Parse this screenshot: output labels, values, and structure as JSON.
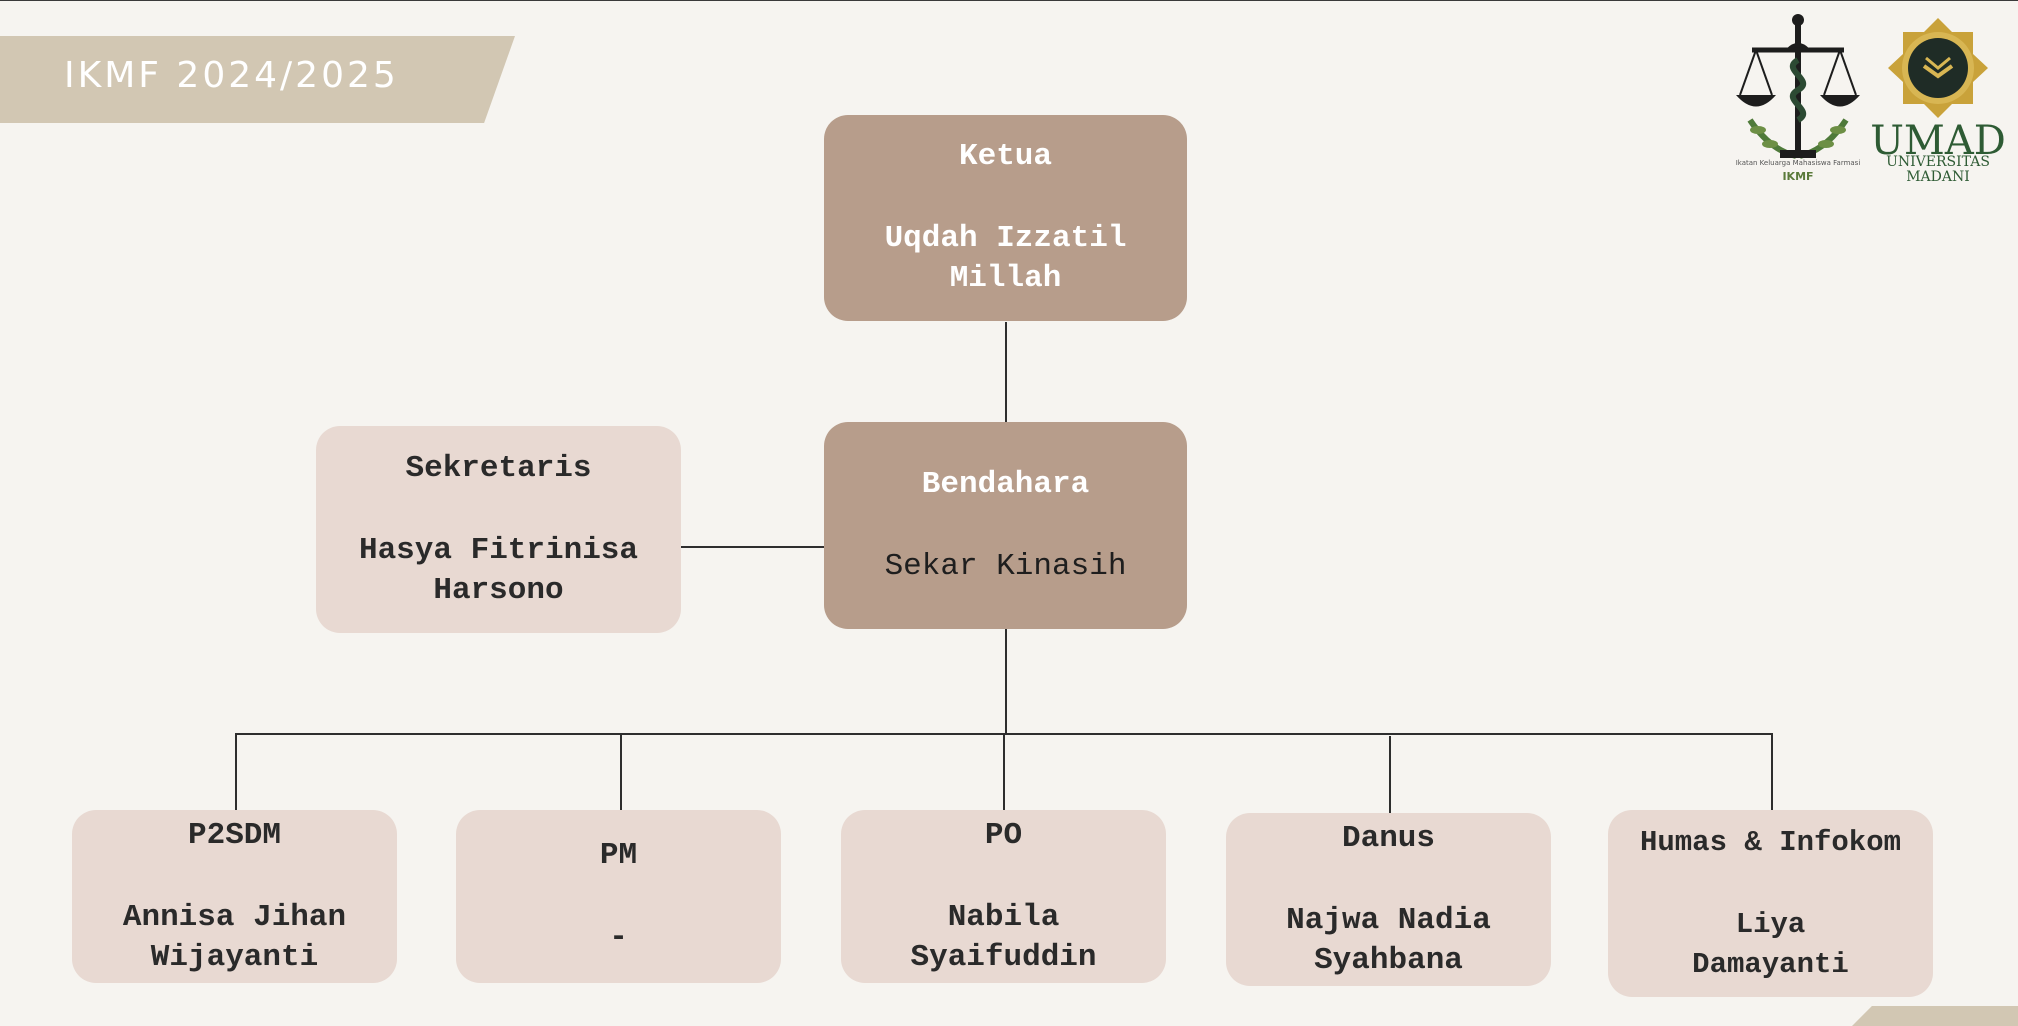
{
  "header": {
    "title": "IKMF 2024/2025"
  },
  "logos": {
    "ikmf": {
      "caption": "Ikatan Keluarga Mahasiswa Farmasi",
      "abbr": "IKMF"
    },
    "umad": {
      "abbr": "UMAD",
      "line1": "UNIVERSITAS",
      "line2": "MADANI"
    }
  },
  "org": {
    "ketua": {
      "role": "Ketua",
      "name_line1": "Uqdah Izzatil",
      "name_line2": "Millah"
    },
    "bendahara": {
      "role": "Bendahara",
      "name_line1": "Sekar Kinasih"
    },
    "sekretaris": {
      "role": "Sekretaris",
      "name_line1": "Hasya Fitrinisa",
      "name_line2": "Harsono"
    },
    "divisions": [
      {
        "role": "P2SDM",
        "name_line1": "Annisa Jihan",
        "name_line2": "Wijayanti"
      },
      {
        "role": "PM",
        "name_line1": "-"
      },
      {
        "role": "PO",
        "name_line1": "Nabila",
        "name_line2": "Syaifuddin"
      },
      {
        "role": "Danus",
        "name_line1": "Najwa Nadia",
        "name_line2": "Syahbana"
      },
      {
        "role": "Humas & Infokom",
        "name_line1": "Liya",
        "name_line2": "Damayanti"
      }
    ]
  },
  "colors": {
    "background": "#f6f4f0",
    "banner": "#d2c7b3",
    "primary_box": "#b79d8b",
    "secondary_box": "#e8d9d2",
    "connector": "#2e2e2e"
  }
}
